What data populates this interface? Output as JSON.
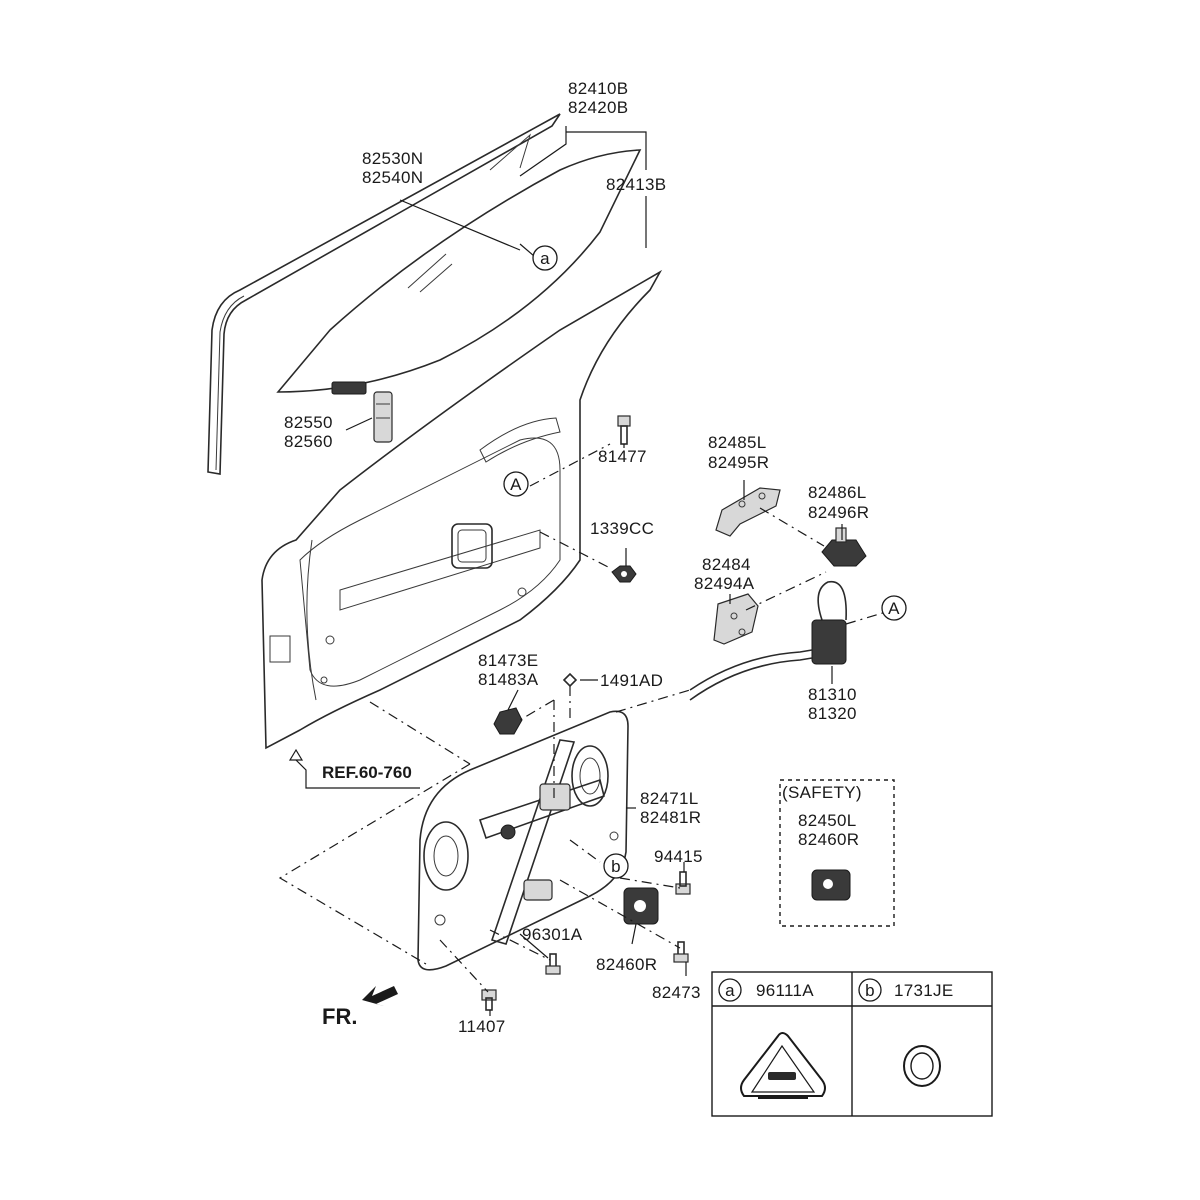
{
  "parts": {
    "window_glass": [
      "82410B",
      "82420B"
    ],
    "glass_sub": "82413B",
    "run_channel": [
      "82530N",
      "82540N"
    ],
    "glass_holder": [
      "82550",
      "82560"
    ],
    "bolt_81477": "81477",
    "nut": "1339CC",
    "handle_base": [
      "82485L",
      "82495R"
    ],
    "handle_cover": [
      "82486L",
      "82496R"
    ],
    "handle_bracket": [
      "82484",
      "82494A"
    ],
    "latch": [
      "81310",
      "81320"
    ],
    "striker_bracket": [
      "81473E",
      "81483A"
    ],
    "clip": "1491AD",
    "module_panel": [
      "82471L",
      "82481R"
    ],
    "bolt_94415": "94415",
    "bolt_96301A": "96301A",
    "motor": "82460R",
    "screw_82473": "82473",
    "bolt_11407": "11407",
    "ref": "REF.60-760",
    "safety_title": "(SAFETY)",
    "safety_parts": [
      "82450L",
      "82460R"
    ],
    "front_label": "FR."
  },
  "callouts": {
    "a": "a",
    "b": "b",
    "A": "A"
  },
  "legend": {
    "a_marker": "a",
    "a_part": "96111A",
    "b_marker": "b",
    "b_part": "1731JE"
  }
}
